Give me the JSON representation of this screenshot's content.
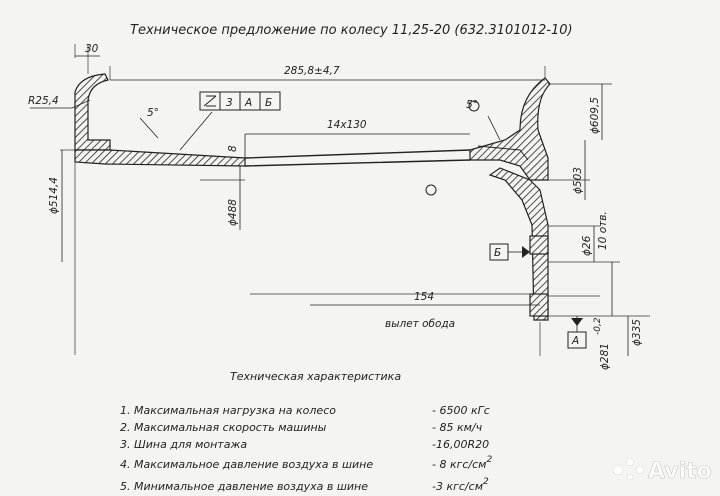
{
  "title": "Техническое предложение по колесу 11,25-20 (632.3101012-10)",
  "dimensions": {
    "flange_width": "30",
    "overall_width": "285,8±4,7",
    "radius": "R25,4",
    "angle_left": "5°",
    "angle_right": "5°",
    "offset_8": "8",
    "holes_spacing": "14x130",
    "dia_514": "ϕ514,4",
    "dia_488": "ϕ488",
    "dia_609": "ϕ609,5",
    "dia_503": "ϕ503",
    "dia_26": "ϕ26",
    "holes_count": "10 отв.",
    "offset_154": "154",
    "offset_label": "вылет обода",
    "dia_281": "ϕ281",
    "dia_281_tol": "-0,2",
    "dia_335": "ϕ335"
  },
  "tolerance_frame": [
    "3",
    "А",
    "Б"
  ],
  "datum_a": "А",
  "datum_b": "Б",
  "spec_title": "Техническая характеристика",
  "specs": [
    {
      "label": "1. Максимальная нагрузка на колесо",
      "value": "- 6500 кГс",
      "sup": ""
    },
    {
      "label": "2. Максимальная скорость машины",
      "value": "- 85 км/ч",
      "sup": ""
    },
    {
      "label": "3. Шина для монтажа",
      "value": "-16,00R20",
      "sup": ""
    },
    {
      "label": "4. Максимальное давление воздуха в шине",
      "value": "- 8 кгс/см",
      "sup": "2"
    },
    {
      "label": "5. Минимальное давление воздуха в шине",
      "value": "-3 кгс/см",
      "sup": "2"
    }
  ],
  "watermark": "Avito"
}
